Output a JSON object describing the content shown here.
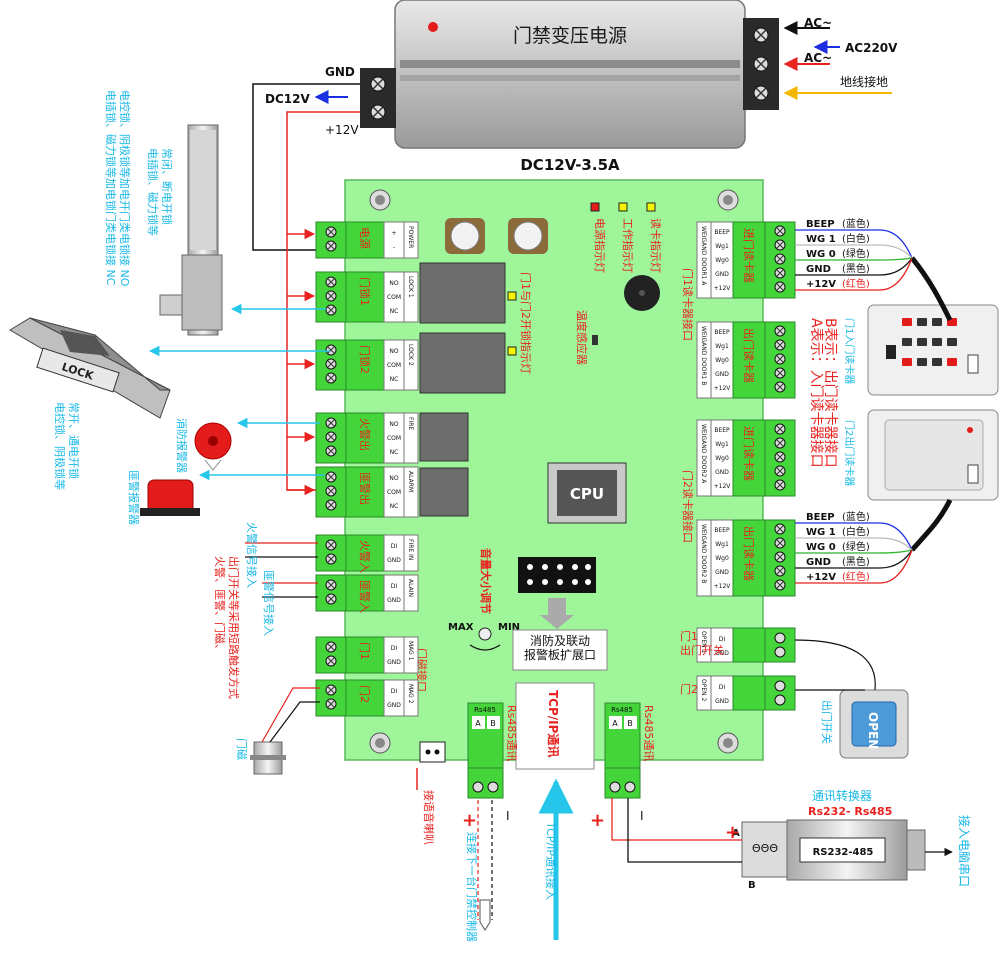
{
  "power_supply": {
    "title": "门禁变压电源",
    "rating": "DC12V-3.5A",
    "gnd": "GND",
    "dc12v": "DC12V",
    "plus12v": "+12V",
    "ac_top": "AC~",
    "ac220": "AC220V",
    "ac_bottom": "AC~",
    "earth": "地线接地"
  },
  "left_labels": {
    "lock_note": "电插锁、磁力锁等加电锁门类电锁接 NC\n电控锁、阴极锁等加电开门类电锁接 NO",
    "maglock_note": "电插锁、磁力锁等\n常闭、断电开锁",
    "lock_text": "LOCK",
    "elock_note": "电控锁、阴极锁等\n常开、通电开锁",
    "fire_alarm": "消防报警器",
    "alarm_horn": "匪警报警器",
    "fire_signal": "火警信号接入",
    "alarm_signal": "匪警信号接入",
    "switch_note": "火警、匪警、门磁、\n出门开关等采用短路触发方式",
    "door_sensor": "门磁"
  },
  "left_terminals": [
    {
      "label": "电源",
      "pins": [
        "+",
        "-"
      ],
      "tag": "POWER"
    },
    {
      "label": "门锁1",
      "pins": [
        "NO",
        "COM",
        "NC"
      ],
      "tag": "LOCK 1"
    },
    {
      "label": "门锁2",
      "pins": [
        "NO",
        "COM",
        "NC"
      ],
      "tag": "LOCK 2"
    },
    {
      "label": "火警出",
      "pins": [
        "NO",
        "COM",
        "NC"
      ],
      "tag": "FIRE"
    },
    {
      "label": "匪警出",
      "pins": [
        "NO",
        "COM",
        "NC"
      ],
      "tag": "ALARM"
    },
    {
      "label": "火警入",
      "pins": [
        "DI",
        "GND"
      ],
      "tag": "FIRE IN"
    },
    {
      "label": "匪警入",
      "pins": [
        "DI",
        "GND"
      ],
      "tag": "ALAIN"
    },
    {
      "label": "门1",
      "pins": [
        "DI",
        "GND"
      ],
      "tag": "MAG 1"
    },
    {
      "label": "门2",
      "pins": [
        "DI",
        "GND"
      ],
      "tag": "MAG 2"
    }
  ],
  "board": {
    "relay_led_text": "门1与门2开锁指示灯",
    "led_power": "电源指示灯",
    "led_work": "工作指示灯",
    "led_read": "读卡指示灯",
    "temp_sensor": "温度感应器",
    "door1_reader_port": "门1读卡器接口",
    "door2_reader_port": "门2读卡器接口",
    "cpu": "CPU",
    "volume": "音量大小调节",
    "max": "MAX",
    "min": "MIN",
    "mag_port": "门磁接口",
    "ext_port": "消防及联动\n报警板扩展口",
    "tcp_label": "TCP/IP通讯",
    "rs485_label": "Rs485通讯",
    "rs485_tag": "Rs485",
    "a": "A",
    "b": "B",
    "exit_switch_label": "出门开关"
  },
  "reader_terminals": [
    {
      "label": "进门读卡器",
      "tag": "WEIGAND DOOR1 A"
    },
    {
      "label": "出门读卡器",
      "tag": "WEIGAND DOOR1 B"
    },
    {
      "label": "进门读卡器",
      "tag": "WEIGAND DOOR2 A"
    },
    {
      "label": "出门读卡器",
      "tag": "WEIGAND DOOR2 B"
    }
  ],
  "reader_pins": [
    "BEEP",
    "Wg1",
    "Wg0",
    "GND",
    "+12V"
  ],
  "reader_wires_top": [
    {
      "name": "BEEP",
      "color": "(蓝色)"
    },
    {
      "name": "WG 1",
      "color": "(白色)"
    },
    {
      "name": "WG 0",
      "color": "(绿色)"
    },
    {
      "name": "GND",
      "color": "(黑色)"
    },
    {
      "name": "+12V",
      "color": "(红色)"
    }
  ],
  "reader_wires_bottom": [
    {
      "name": "BEEP",
      "color": "(蓝色)"
    },
    {
      "name": "WG 1",
      "color": "(白色)"
    },
    {
      "name": "WG 0",
      "color": "(绿色)"
    },
    {
      "name": "GND",
      "color": "(黑色)"
    },
    {
      "name": "+12V",
      "color": "(红色)"
    }
  ],
  "right_labels": {
    "ab_note": "A表示：入门读卡器接口\nB表示：出门读卡器接口",
    "door1_reader": "门1入门读卡器",
    "door2_reader": "门2出门读卡器",
    "exit1": "门1\n出门开关",
    "exit2": "门2",
    "open_btn": "OPEN",
    "exit_btn_label": "出门开关",
    "converter_title": "通讯转换器",
    "converter_sub": "Rs232- Rs485",
    "converter_model": "RS232-485",
    "pc_port": "接入电脑串口"
  },
  "open_terminals": [
    {
      "tag": "OPEN 1",
      "pins": [
        "DI",
        "GND"
      ]
    },
    {
      "tag": "OPEN 2",
      "pins": [
        "DI",
        "GND"
      ]
    }
  ],
  "bottom_labels": {
    "speaker": "接语音喇叭",
    "next_controller": "连接下一台门禁控制器",
    "tcp_in": "TCP/IP通讯接入",
    "plus": "+",
    "minus": "I"
  },
  "colors": {
    "board": "#9ef59a",
    "terminal": "#44d53a",
    "red_label": "#e8231f",
    "cyan_label": "#18b9e6",
    "wire_red": "#e8231f",
    "wire_cyan": "#26c6ea"
  }
}
